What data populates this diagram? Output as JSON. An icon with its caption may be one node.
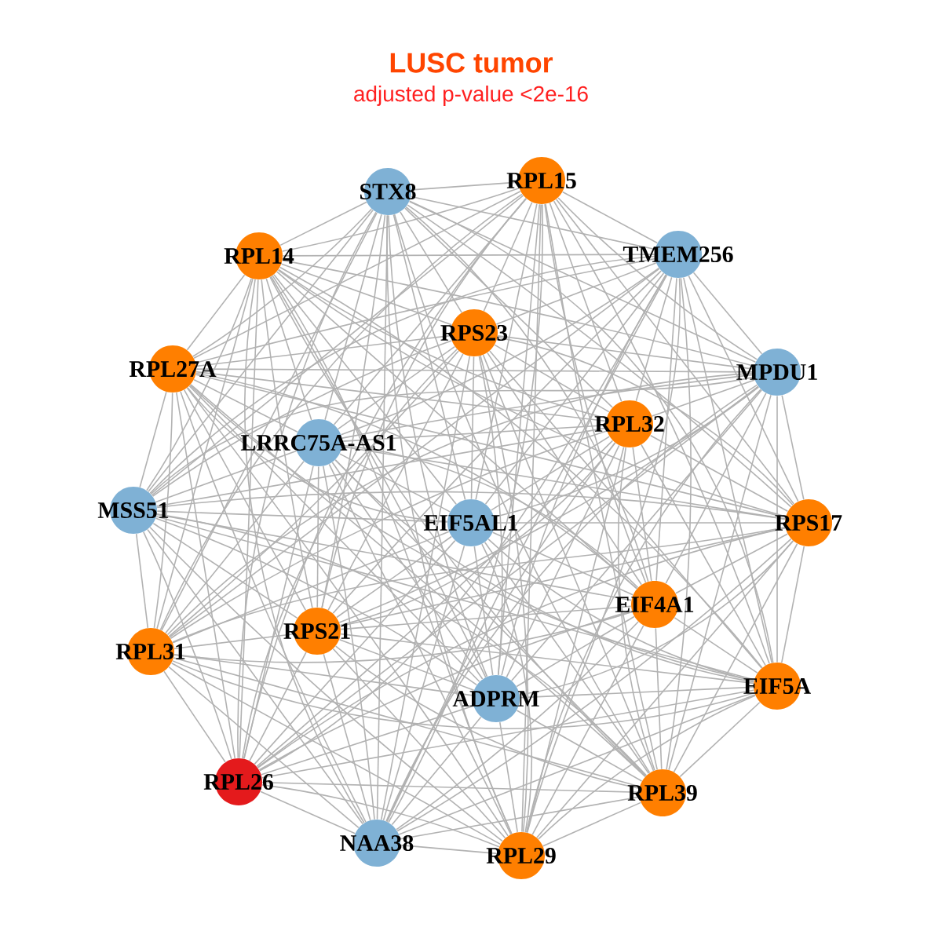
{
  "diagram": {
    "title": "LUSC tumor",
    "nodes": [
      {
        "text": [
          "STX8"
        ]
      },
      {
        "text": [
          "RPL15"
        ]
      },
      {
        "text": [
          "RPL14"
        ]
      },
      {
        "text": [
          "TMEM256"
        ]
      },
      {
        "text": [
          "RPS23"
        ]
      },
      {
        "text": [
          "RPL27A"
        ]
      },
      {
        "text": [
          "MPDU1"
        ]
      },
      {
        "text": [
          "RPL32"
        ]
      },
      {
        "text": [
          "LRRC75A-AS1"
        ]
      },
      {
        "text": [
          "MSS51"
        ]
      },
      {
        "text": [
          "EIF5AL1"
        ]
      },
      {
        "text": [
          "RPS17"
        ]
      },
      {
        "text": [
          "EIF4A1"
        ]
      },
      {
        "text": [
          "RPS21"
        ]
      },
      {
        "text": [
          "RPL31"
        ]
      },
      {
        "text": [
          "EIF5A"
        ]
      },
      {
        "text": [
          "ADPRM"
        ]
      },
      {
        "text": [
          "RPL26"
        ]
      },
      {
        "text": [
          "RPL39"
        ]
      },
      {
        "text": [
          "NAA38"
        ]
      },
      {
        "text": [
          "RPL29"
        ]
      }
    ],
    "edges": [
      {
        "from": 0,
        "to": 1,
        "arrow": "none"
      },
      {
        "from": 0,
        "to": 2,
        "arrow": "none"
      },
      {
        "from": 0,
        "to": 3,
        "arrow": "none"
      },
      {
        "from": 0,
        "to": 4,
        "arrow": "none"
      },
      {
        "from": 0,
        "to": 5,
        "arrow": "none"
      },
      {
        "from": 0,
        "to": 6,
        "arrow": "none"
      },
      {
        "from": 0,
        "to": 7,
        "arrow": "none"
      },
      {
        "from": 0,
        "to": 8,
        "arrow": "none"
      },
      {
        "from": 0,
        "to": 9,
        "arrow": "none"
      },
      {
        "from": 0,
        "to": 10,
        "arrow": "none"
      },
      {
        "from": 0,
        "to": 11,
        "arrow": "none"
      },
      {
        "from": 0,
        "to": 12,
        "arrow": "none"
      },
      {
        "from": 0,
        "to": 13,
        "arrow": "none"
      },
      {
        "from": 0,
        "to": 14,
        "arrow": "none"
      },
      {
        "from": 0,
        "to": 15,
        "arrow": "none"
      },
      {
        "from": 0,
        "to": 16,
        "arrow": "none"
      },
      {
        "from": 0,
        "to": 17,
        "arrow": "none"
      },
      {
        "from": 0,
        "to": 18,
        "arrow": "none"
      },
      {
        "from": 0,
        "to": 19,
        "arrow": "none"
      },
      {
        "from": 0,
        "to": 20,
        "arrow": "none"
      },
      {
        "from": 1,
        "to": 2,
        "arrow": "none"
      },
      {
        "from": 1,
        "to": 3,
        "arrow": "none"
      },
      {
        "from": 1,
        "to": 4,
        "arrow": "none"
      },
      {
        "from": 1,
        "to": 5,
        "arrow": "none"
      },
      {
        "from": 1,
        "to": 6,
        "arrow": "none"
      },
      {
        "from": 1,
        "to": 7,
        "arrow": "none"
      },
      {
        "from": 1,
        "to": 8,
        "arrow": "none"
      },
      {
        "from": 1,
        "to": 9,
        "arrow": "none"
      },
      {
        "from": 1,
        "to": 10,
        "arrow": "none"
      },
      {
        "from": 1,
        "to": 11,
        "arrow": "none"
      },
      {
        "from": 1,
        "to": 12,
        "arrow": "none"
      },
      {
        "from": 1,
        "to": 13,
        "arrow": "none"
      },
      {
        "from": 1,
        "to": 14,
        "arrow": "none"
      },
      {
        "from": 1,
        "to": 15,
        "arrow": "none"
      },
      {
        "from": 1,
        "to": 16,
        "arrow": "none"
      },
      {
        "from": 1,
        "to": 17,
        "arrow": "none"
      },
      {
        "from": 1,
        "to": 18,
        "arrow": "none"
      },
      {
        "from": 1,
        "to": 19,
        "arrow": "none"
      },
      {
        "from": 1,
        "to": 20,
        "arrow": "none"
      },
      {
        "from": 2,
        "to": 3,
        "arrow": "none"
      },
      {
        "from": 2,
        "to": 4,
        "arrow": "none"
      },
      {
        "from": 2,
        "to": 5,
        "arrow": "none"
      },
      {
        "from": 2,
        "to": 6,
        "arrow": "none"
      },
      {
        "from": 2,
        "to": 7,
        "arrow": "none"
      },
      {
        "from": 2,
        "to": 8,
        "arrow": "none"
      },
      {
        "from": 2,
        "to": 9,
        "arrow": "none"
      },
      {
        "from": 2,
        "to": 10,
        "arrow": "none"
      },
      {
        "from": 2,
        "to": 11,
        "arrow": "none"
      },
      {
        "from": 2,
        "to": 12,
        "arrow": "none"
      },
      {
        "from": 2,
        "to": 13,
        "arrow": "none"
      },
      {
        "from": 2,
        "to": 14,
        "arrow": "none"
      },
      {
        "from": 2,
        "to": 15,
        "arrow": "none"
      },
      {
        "from": 2,
        "to": 16,
        "arrow": "none"
      },
      {
        "from": 2,
        "to": 17,
        "arrow": "none"
      },
      {
        "from": 2,
        "to": 18,
        "arrow": "none"
      },
      {
        "from": 2,
        "to": 19,
        "arrow": "none"
      },
      {
        "from": 2,
        "to": 20,
        "arrow": "none"
      },
      {
        "from": 3,
        "to": 4,
        "arrow": "none"
      },
      {
        "from": 3,
        "to": 5,
        "arrow": "none"
      },
      {
        "from": 3,
        "to": 6,
        "arrow": "none"
      },
      {
        "from": 3,
        "to": 7,
        "arrow": "none"
      },
      {
        "from": 3,
        "to": 8,
        "arrow": "none"
      },
      {
        "from": 3,
        "to": 9,
        "arrow": "none"
      },
      {
        "from": 3,
        "to": 10,
        "arrow": "none"
      },
      {
        "from": 3,
        "to": 11,
        "arrow": "none"
      },
      {
        "from": 3,
        "to": 12,
        "arrow": "none"
      },
      {
        "from": 3,
        "to": 13,
        "arrow": "none"
      },
      {
        "from": 3,
        "to": 14,
        "arrow": "none"
      },
      {
        "from": 3,
        "to": 15,
        "arrow": "none"
      },
      {
        "from": 3,
        "to": 16,
        "arrow": "none"
      },
      {
        "from": 3,
        "to": 17,
        "arrow": "none"
      },
      {
        "from": 3,
        "to": 18,
        "arrow": "none"
      },
      {
        "from": 3,
        "to": 19,
        "arrow": "none"
      },
      {
        "from": 3,
        "to": 20,
        "arrow": "none"
      },
      {
        "from": 4,
        "to": 5,
        "arrow": "none"
      },
      {
        "from": 4,
        "to": 6,
        "arrow": "none"
      },
      {
        "from": 4,
        "to": 7,
        "arrow": "none"
      },
      {
        "from": 4,
        "to": 8,
        "arrow": "none"
      },
      {
        "from": 4,
        "to": 9,
        "arrow": "none"
      },
      {
        "from": 4,
        "to": 10,
        "arrow": "none"
      },
      {
        "from": 4,
        "to": 11,
        "arrow": "none"
      },
      {
        "from": 4,
        "to": 12,
        "arrow": "none"
      },
      {
        "from": 4,
        "to": 13,
        "arrow": "none"
      },
      {
        "from": 4,
        "to": 14,
        "arrow": "none"
      },
      {
        "from": 4,
        "to": 15,
        "arrow": "none"
      },
      {
        "from": 4,
        "to": 16,
        "arrow": "none"
      },
      {
        "from": 4,
        "to": 17,
        "arrow": "none"
      },
      {
        "from": 4,
        "to": 18,
        "arrow": "none"
      },
      {
        "from": 4,
        "to": 19,
        "arrow": "none"
      },
      {
        "from": 4,
        "to": 20,
        "arrow": "none"
      },
      {
        "from": 5,
        "to": 6,
        "arrow": "none"
      },
      {
        "from": 5,
        "to": 7,
        "arrow": "none"
      },
      {
        "from": 5,
        "to": 8,
        "arrow": "none"
      },
      {
        "from": 5,
        "to": 9,
        "arrow": "none"
      },
      {
        "from": 5,
        "to": 10,
        "arrow": "none"
      },
      {
        "from": 5,
        "to": 11,
        "arrow": "none"
      },
      {
        "from": 5,
        "to": 12,
        "arrow": "none"
      },
      {
        "from": 5,
        "to": 13,
        "arrow": "none"
      },
      {
        "from": 5,
        "to": 14,
        "arrow": "none"
      },
      {
        "from": 5,
        "to": 15,
        "arrow": "none"
      },
      {
        "from": 5,
        "to": 16,
        "arrow": "none"
      },
      {
        "from": 5,
        "to": 17,
        "arrow": "none"
      },
      {
        "from": 5,
        "to": 18,
        "arrow": "none"
      },
      {
        "from": 5,
        "to": 19,
        "arrow": "none"
      },
      {
        "from": 5,
        "to": 20,
        "arrow": "none"
      },
      {
        "from": 6,
        "to": 7,
        "arrow": "none"
      },
      {
        "from": 6,
        "to": 8,
        "arrow": "none"
      },
      {
        "from": 6,
        "to": 9,
        "arrow": "none"
      },
      {
        "from": 6,
        "to": 10,
        "arrow": "none"
      },
      {
        "from": 6,
        "to": 11,
        "arrow": "none"
      },
      {
        "from": 6,
        "to": 12,
        "arrow": "none"
      },
      {
        "from": 6,
        "to": 13,
        "arrow": "none"
      },
      {
        "from": 6,
        "to": 14,
        "arrow": "none"
      },
      {
        "from": 6,
        "to": 15,
        "arrow": "none"
      },
      {
        "from": 6,
        "to": 16,
        "arrow": "none"
      },
      {
        "from": 6,
        "to": 17,
        "arrow": "none"
      },
      {
        "from": 6,
        "to": 18,
        "arrow": "none"
      },
      {
        "from": 6,
        "to": 19,
        "arrow": "none"
      },
      {
        "from": 6,
        "to": 20,
        "arrow": "none"
      },
      {
        "from": 7,
        "to": 8,
        "arrow": "none"
      },
      {
        "from": 7,
        "to": 9,
        "arrow": "none"
      },
      {
        "from": 7,
        "to": 10,
        "arrow": "none"
      },
      {
        "from": 7,
        "to": 11,
        "arrow": "none"
      },
      {
        "from": 7,
        "to": 12,
        "arrow": "none"
      },
      {
        "from": 7,
        "to": 13,
        "arrow": "none"
      },
      {
        "from": 7,
        "to": 14,
        "arrow": "none"
      },
      {
        "from": 7,
        "to": 15,
        "arrow": "none"
      },
      {
        "from": 7,
        "to": 16,
        "arrow": "none"
      },
      {
        "from": 7,
        "to": 17,
        "arrow": "none"
      },
      {
        "from": 7,
        "to": 18,
        "arrow": "none"
      },
      {
        "from": 7,
        "to": 19,
        "arrow": "none"
      },
      {
        "from": 7,
        "to": 20,
        "arrow": "none"
      },
      {
        "from": 8,
        "to": 9,
        "arrow": "none"
      },
      {
        "from": 8,
        "to": 10,
        "arrow": "none"
      },
      {
        "from": 8,
        "to": 11,
        "arrow": "none"
      },
      {
        "from": 8,
        "to": 12,
        "arrow": "none"
      },
      {
        "from": 8,
        "to": 13,
        "arrow": "none"
      },
      {
        "from": 8,
        "to": 14,
        "arrow": "none"
      },
      {
        "from": 8,
        "to": 15,
        "arrow": "none"
      },
      {
        "from": 8,
        "to": 16,
        "arrow": "none"
      },
      {
        "from": 8,
        "to": 17,
        "arrow": "none"
      },
      {
        "from": 8,
        "to": 18,
        "arrow": "none"
      },
      {
        "from": 8,
        "to": 19,
        "arrow": "none"
      },
      {
        "from": 8,
        "to": 20,
        "arrow": "none"
      },
      {
        "from": 9,
        "to": 10,
        "arrow": "none"
      },
      {
        "from": 9,
        "to": 11,
        "arrow": "none"
      },
      {
        "from": 9,
        "to": 12,
        "arrow": "none"
      },
      {
        "from": 9,
        "to": 13,
        "arrow": "none"
      },
      {
        "from": 9,
        "to": 14,
        "arrow": "none"
      },
      {
        "from": 9,
        "to": 15,
        "arrow": "none"
      },
      {
        "from": 9,
        "to": 16,
        "arrow": "none"
      },
      {
        "from": 9,
        "to": 17,
        "arrow": "none"
      },
      {
        "from": 9,
        "to": 18,
        "arrow": "none"
      },
      {
        "from": 9,
        "to": 19,
        "arrow": "none"
      },
      {
        "from": 9,
        "to": 20,
        "arrow": "none"
      },
      {
        "from": 10,
        "to": 11,
        "arrow": "none"
      },
      {
        "from": 10,
        "to": 12,
        "arrow": "none"
      },
      {
        "from": 10,
        "to": 13,
        "arrow": "none"
      },
      {
        "from": 10,
        "to": 14,
        "arrow": "none"
      },
      {
        "from": 10,
        "to": 15,
        "arrow": "none"
      },
      {
        "from": 10,
        "to": 16,
        "arrow": "none"
      },
      {
        "from": 10,
        "to": 17,
        "arrow": "none"
      },
      {
        "from": 10,
        "to": 18,
        "arrow": "none"
      },
      {
        "from": 10,
        "to": 19,
        "arrow": "none"
      },
      {
        "from": 10,
        "to": 20,
        "arrow": "none"
      },
      {
        "from": 11,
        "to": 12,
        "arrow": "none"
      },
      {
        "from": 11,
        "to": 13,
        "arrow": "none"
      },
      {
        "from": 11,
        "to": 14,
        "arrow": "none"
      },
      {
        "from": 11,
        "to": 15,
        "arrow": "none"
      },
      {
        "from": 11,
        "to": 16,
        "arrow": "none"
      },
      {
        "from": 11,
        "to": 17,
        "arrow": "none"
      },
      {
        "from": 11,
        "to": 18,
        "arrow": "none"
      },
      {
        "from": 11,
        "to": 19,
        "arrow": "none"
      },
      {
        "from": 11,
        "to": 20,
        "arrow": "none"
      },
      {
        "from": 12,
        "to": 13,
        "arrow": "none"
      },
      {
        "from": 12,
        "to": 14,
        "arrow": "none"
      },
      {
        "from": 12,
        "to": 15,
        "arrow": "none"
      },
      {
        "from": 12,
        "to": 16,
        "arrow": "none"
      },
      {
        "from": 12,
        "to": 17,
        "arrow": "none"
      },
      {
        "from": 12,
        "to": 18,
        "arrow": "none"
      },
      {
        "from": 12,
        "to": 19,
        "arrow": "none"
      },
      {
        "from": 12,
        "to": 20,
        "arrow": "none"
      },
      {
        "from": 13,
        "to": 14,
        "arrow": "none"
      },
      {
        "from": 13,
        "to": 15,
        "arrow": "none"
      },
      {
        "from": 13,
        "to": 16,
        "arrow": "none"
      },
      {
        "from": 13,
        "to": 17,
        "arrow": "none"
      },
      {
        "from": 13,
        "to": 18,
        "arrow": "none"
      },
      {
        "from": 13,
        "to": 19,
        "arrow": "none"
      },
      {
        "from": 13,
        "to": 20,
        "arrow": "none"
      },
      {
        "from": 14,
        "to": 15,
        "arrow": "none"
      },
      {
        "from": 14,
        "to": 16,
        "arrow": "none"
      },
      {
        "from": 14,
        "to": 17,
        "arrow": "none"
      },
      {
        "from": 14,
        "to": 18,
        "arrow": "none"
      },
      {
        "from": 14,
        "to": 19,
        "arrow": "none"
      },
      {
        "from": 14,
        "to": 20,
        "arrow": "none"
      },
      {
        "from": 15,
        "to": 16,
        "arrow": "none"
      },
      {
        "from": 15,
        "to": 17,
        "arrow": "none"
      },
      {
        "from": 15,
        "to": 18,
        "arrow": "none"
      },
      {
        "from": 15,
        "to": 19,
        "arrow": "none"
      },
      {
        "from": 15,
        "to": 20,
        "arrow": "none"
      },
      {
        "from": 16,
        "to": 17,
        "arrow": "none"
      },
      {
        "from": 16,
        "to": 18,
        "arrow": "none"
      },
      {
        "from": 16,
        "to": 19,
        "arrow": "none"
      },
      {
        "from": 16,
        "to": 20,
        "arrow": "none"
      },
      {
        "from": 17,
        "to": 18,
        "arrow": "none"
      },
      {
        "from": 17,
        "to": 19,
        "arrow": "none"
      },
      {
        "from": 17,
        "to": 20,
        "arrow": "none"
      },
      {
        "from": 18,
        "to": 19,
        "arrow": "none"
      },
      {
        "from": 18,
        "to": 20,
        "arrow": "none"
      },
      {
        "from": 19,
        "to": 20,
        "arrow": "none"
      }
    ],
    "labels": [
      "adjusted p-value <2e-16"
    ]
  }
}
